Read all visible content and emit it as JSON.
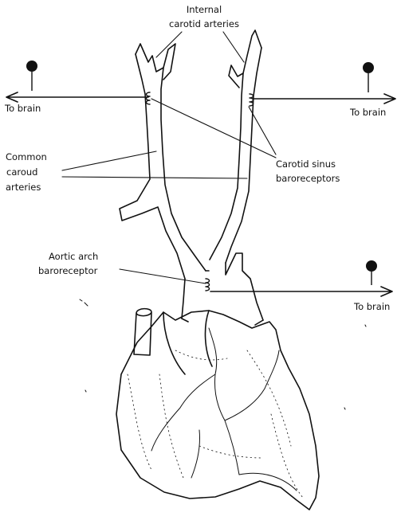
{
  "labels": {
    "internal_carotid_line1": "Internal",
    "internal_carotid_line2": "carotid arteries",
    "to_brain_left": "To brain",
    "to_brain_right": "To brain",
    "to_brain_aortic": "To brain",
    "common_carotid_line1": "Common",
    "common_carotid_line2": "caroud",
    "common_carotid_line3": "arteries",
    "carotid_sinus_line1": "Carotid sinus",
    "carotid_sinus_line2": "baroreceptors",
    "aortic_arch_line1": "Aortic arch",
    "aortic_arch_line2": "baroreceptor"
  }
}
